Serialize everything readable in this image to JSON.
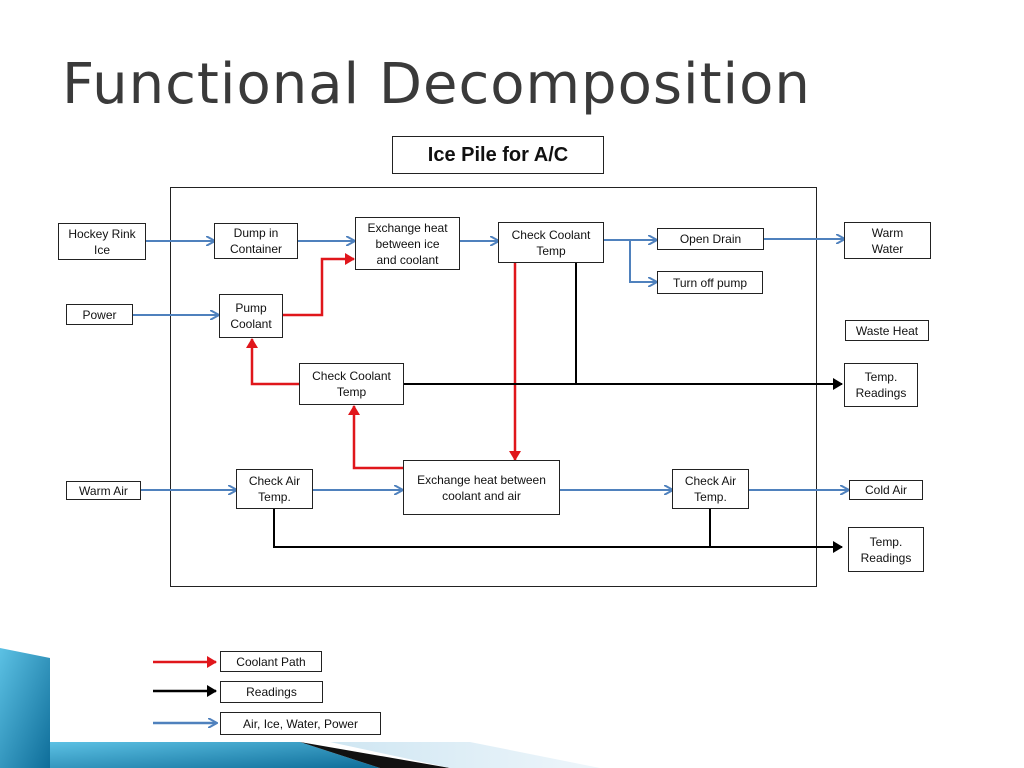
{
  "title": "Functional Decomposition",
  "subtitle": "Ice Pile for A/C",
  "colors": {
    "coolant": "#e0161b",
    "readings": "#000000",
    "flow": "#4f81bd",
    "accent": "#1e88b4"
  },
  "boxes": {
    "hockey_rink_ice": "Hockey Rink\nIce",
    "power": "Power",
    "warm_air": "Warm Air",
    "dump_in_container": "Dump in\nContainer",
    "pump_coolant": "Pump\nCoolant",
    "exchange_ice": "Exchange heat\nbetween ice\nand coolant",
    "check_coolant_top": "Check Coolant\nTemp",
    "check_coolant_mid": "Check Coolant\nTemp",
    "open_drain": "Open Drain",
    "turn_off_pump": "Turn off pump",
    "warm_water": "Warm\nWater",
    "waste_heat": "Waste Heat",
    "temp_readings_1": "Temp.\nReadings",
    "check_air_left": "Check Air\nTemp.",
    "exchange_air": "Exchange heat between\ncoolant and air",
    "check_air_right": "Check Air\nTemp.",
    "cold_air": "Cold Air",
    "temp_readings_2": "Temp.\nReadings"
  },
  "legend": [
    {
      "label": "Coolant Path",
      "color_key": "coolant"
    },
    {
      "label": "Readings",
      "color_key": "readings"
    },
    {
      "label": "Air, Ice, Water, Power",
      "color_key": "flow"
    }
  ]
}
